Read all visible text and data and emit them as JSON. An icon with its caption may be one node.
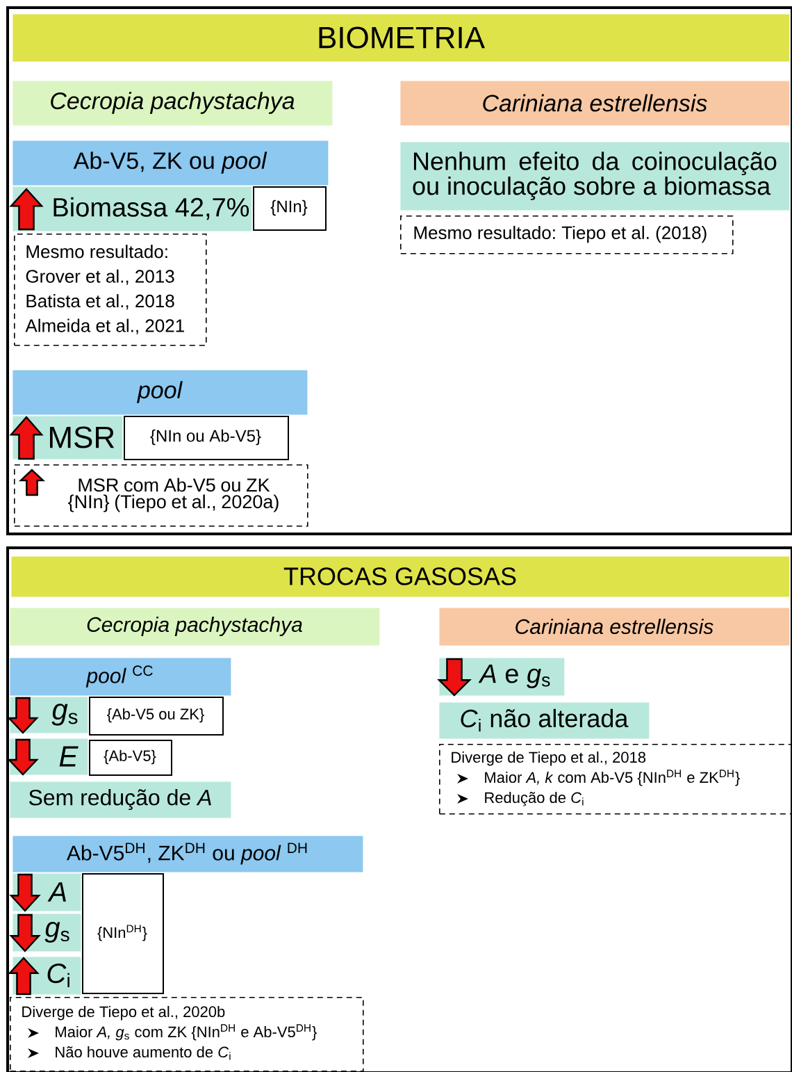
{
  "diagram": {
    "nodes": [
      {
        "text": [],
        "shape": "box"
      },
      {
        "text": [
          "BIOMETRIA"
        ],
        "in": 0
      },
      {
        "text": [
          "Cecropia pachystachya"
        ],
        "in": 0
      },
      {
        "text": [
          "Cariniana estrellensis"
        ],
        "in": 0
      },
      {
        "text": [
          "Ab-V5, ZK ou *pool*"
        ],
        "in": 0
      },
      {
        "text": [
          "Biomassa 42,7%"
        ],
        "in": 0
      },
      {
        "text": [
          "{NIn}"
        ],
        "in": 0
      },
      {
        "text": [
          "Mesmo resultado:",
          "Grover et al., 2013",
          "Batista et al., 2018",
          "Almeida et al., 2021"
        ],
        "in": 0
      },
      {
        "text": [
          "pool"
        ],
        "in": 0
      },
      {
        "text": [
          "MSR"
        ],
        "in": 0
      },
      {
        "text": [
          "{NIn ou Ab-V5}"
        ],
        "in": 0
      },
      {
        "text": [
          "MSR com Ab-V5 ou ZK {NIn} (Tiepo et al., 2020a)"
        ],
        "in": 0
      },
      {
        "text": [
          "Nenhum efeito da coinoculação ou inoculação sobre a biomassa"
        ],
        "in": 0
      },
      {
        "text": [
          "Mesmo resultado: Tiepo et al. (2018)"
        ],
        "in": 0
      },
      {
        "text": [],
        "shape": "box"
      },
      {
        "text": [
          "TROCAS GASOSAS"
        ],
        "in": 14
      },
      {
        "text": [
          "Cecropia pachystachya"
        ],
        "in": 14
      },
      {
        "text": [
          "Cariniana estrellensis"
        ],
        "in": 14
      },
      {
        "text": [
          "*pool* $^{CC}$"
        ],
        "in": 14
      },
      {
        "text": [
          "*g*$_{s}$"
        ],
        "in": 14
      },
      {
        "text": [
          "{Ab-V5 ou ZK}"
        ],
        "in": 14
      },
      {
        "text": [
          "E"
        ],
        "in": 14
      },
      {
        "text": [
          "{Ab-V5}"
        ],
        "in": 14
      },
      {
        "text": [
          "Sem redução de *A*"
        ],
        "in": 14
      },
      {
        "text": [
          "Ab-V5$^{DH}$, ZK$^{DH}$ ou *pool* $^{DH}$"
        ],
        "in": 14
      },
      {
        "text": [
          "A"
        ],
        "in": 14
      },
      {
        "text": [
          "*g*$_{s}$"
        ],
        "in": 14
      },
      {
        "text": [
          "*C*$_{i}$"
        ],
        "in": 14
      },
      {
        "text": [
          "{NIn$^{DH}$}"
        ],
        "in": 14
      },
      {
        "text": [
          "Diverge de Tiepo et al., 2020b",
          "Maior *A, g*$_{s}$ com ZK {NIn$^{DH}$ e Ab-V5$^{DH}$}",
          "Não houve aumento de *C*$_{i}$"
        ],
        "in": 14
      },
      {
        "text": [
          "*A* e *g*$_{s}$"
        ],
        "in": 14
      },
      {
        "text": [
          "*C*$_{i}$ não alterada"
        ],
        "in": 14
      },
      {
        "text": [
          "Diverge de Tiepo et al., 2018",
          "Maior *A, k* com Ab-V5 {NIn$^{DH}$ e ZK$^{DH}$}",
          "Redução de *C*$_{i}$"
        ],
        "in": 14
      }
    ]
  }
}
